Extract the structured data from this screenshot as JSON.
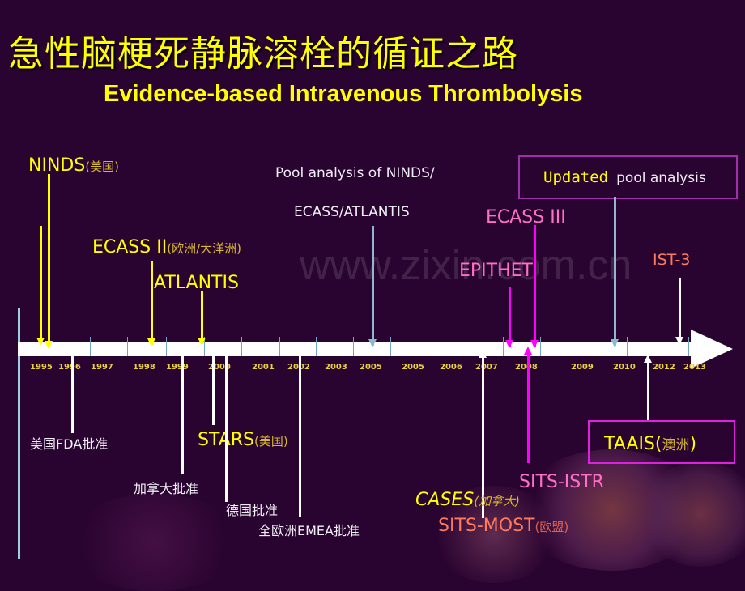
{
  "title": {
    "cn": "急性脑梗死静脉溶栓的循证之路",
    "en": "Evidence-based Intravenous Thrombolysis"
  },
  "watermark": "www.zixin.com.cn",
  "timeline": {
    "years": [
      "1995",
      "1996",
      "1997",
      "1998",
      "1999",
      "2000",
      "2001",
      "2002",
      "2003",
      "2005",
      "2005",
      "2006",
      "2007",
      "2008",
      "2009",
      "2010",
      "2012",
      "2013"
    ]
  },
  "events_above": [
    {
      "id": "ninds",
      "label": "NINDS",
      "note": "(美国)",
      "color": "#ffff00"
    },
    {
      "id": "ecass2",
      "label": "ECASS II",
      "note": "(欧洲/大洋洲)",
      "color": "#ffff00"
    },
    {
      "id": "atlantis",
      "label": "ATLANTIS",
      "color": "#ffff00"
    },
    {
      "id": "pool",
      "label_line1": "Pool analysis of NINDS/",
      "label_line2": "ECASS/ATLANTIS",
      "color": "#f0eef5"
    },
    {
      "id": "ecass3",
      "label": "ECASS III",
      "color": "#ff6ec7"
    },
    {
      "id": "epithet",
      "label": "EPITHET",
      "color": "#ff6ec7"
    },
    {
      "id": "updated",
      "label_highlight": "Updated",
      "label_rest": "pool analysis",
      "color": "#ffff00"
    },
    {
      "id": "ist3",
      "label": "IST-3",
      "color": "#ff7a5c"
    }
  ],
  "events_below": [
    {
      "id": "fda",
      "label": "美国FDA批准",
      "color": "#f0eef5"
    },
    {
      "id": "canada",
      "label": "加拿大批准",
      "color": "#f0eef5"
    },
    {
      "id": "stars",
      "label": "STARS",
      "note": "(美国)",
      "color": "#ffff00"
    },
    {
      "id": "germany",
      "label": "德国批准",
      "color": "#f0eef5"
    },
    {
      "id": "emea",
      "label": "全欧洲EMEA批准",
      "color": "#f0eef5"
    },
    {
      "id": "cases",
      "label": "CASES",
      "note": "(加拿大)",
      "color": "#ffff00"
    },
    {
      "id": "sitsmost",
      "label": "SITS-MOST",
      "note": "(欧盟)",
      "color": "#ff7a5c"
    },
    {
      "id": "sitsistr",
      "label": "SITS-ISTR",
      "color": "#ff6ec7"
    },
    {
      "id": "taais",
      "label": "TAAIS(",
      "note": "澳洲",
      "label_end": ")",
      "color": "#ffff00"
    }
  ]
}
